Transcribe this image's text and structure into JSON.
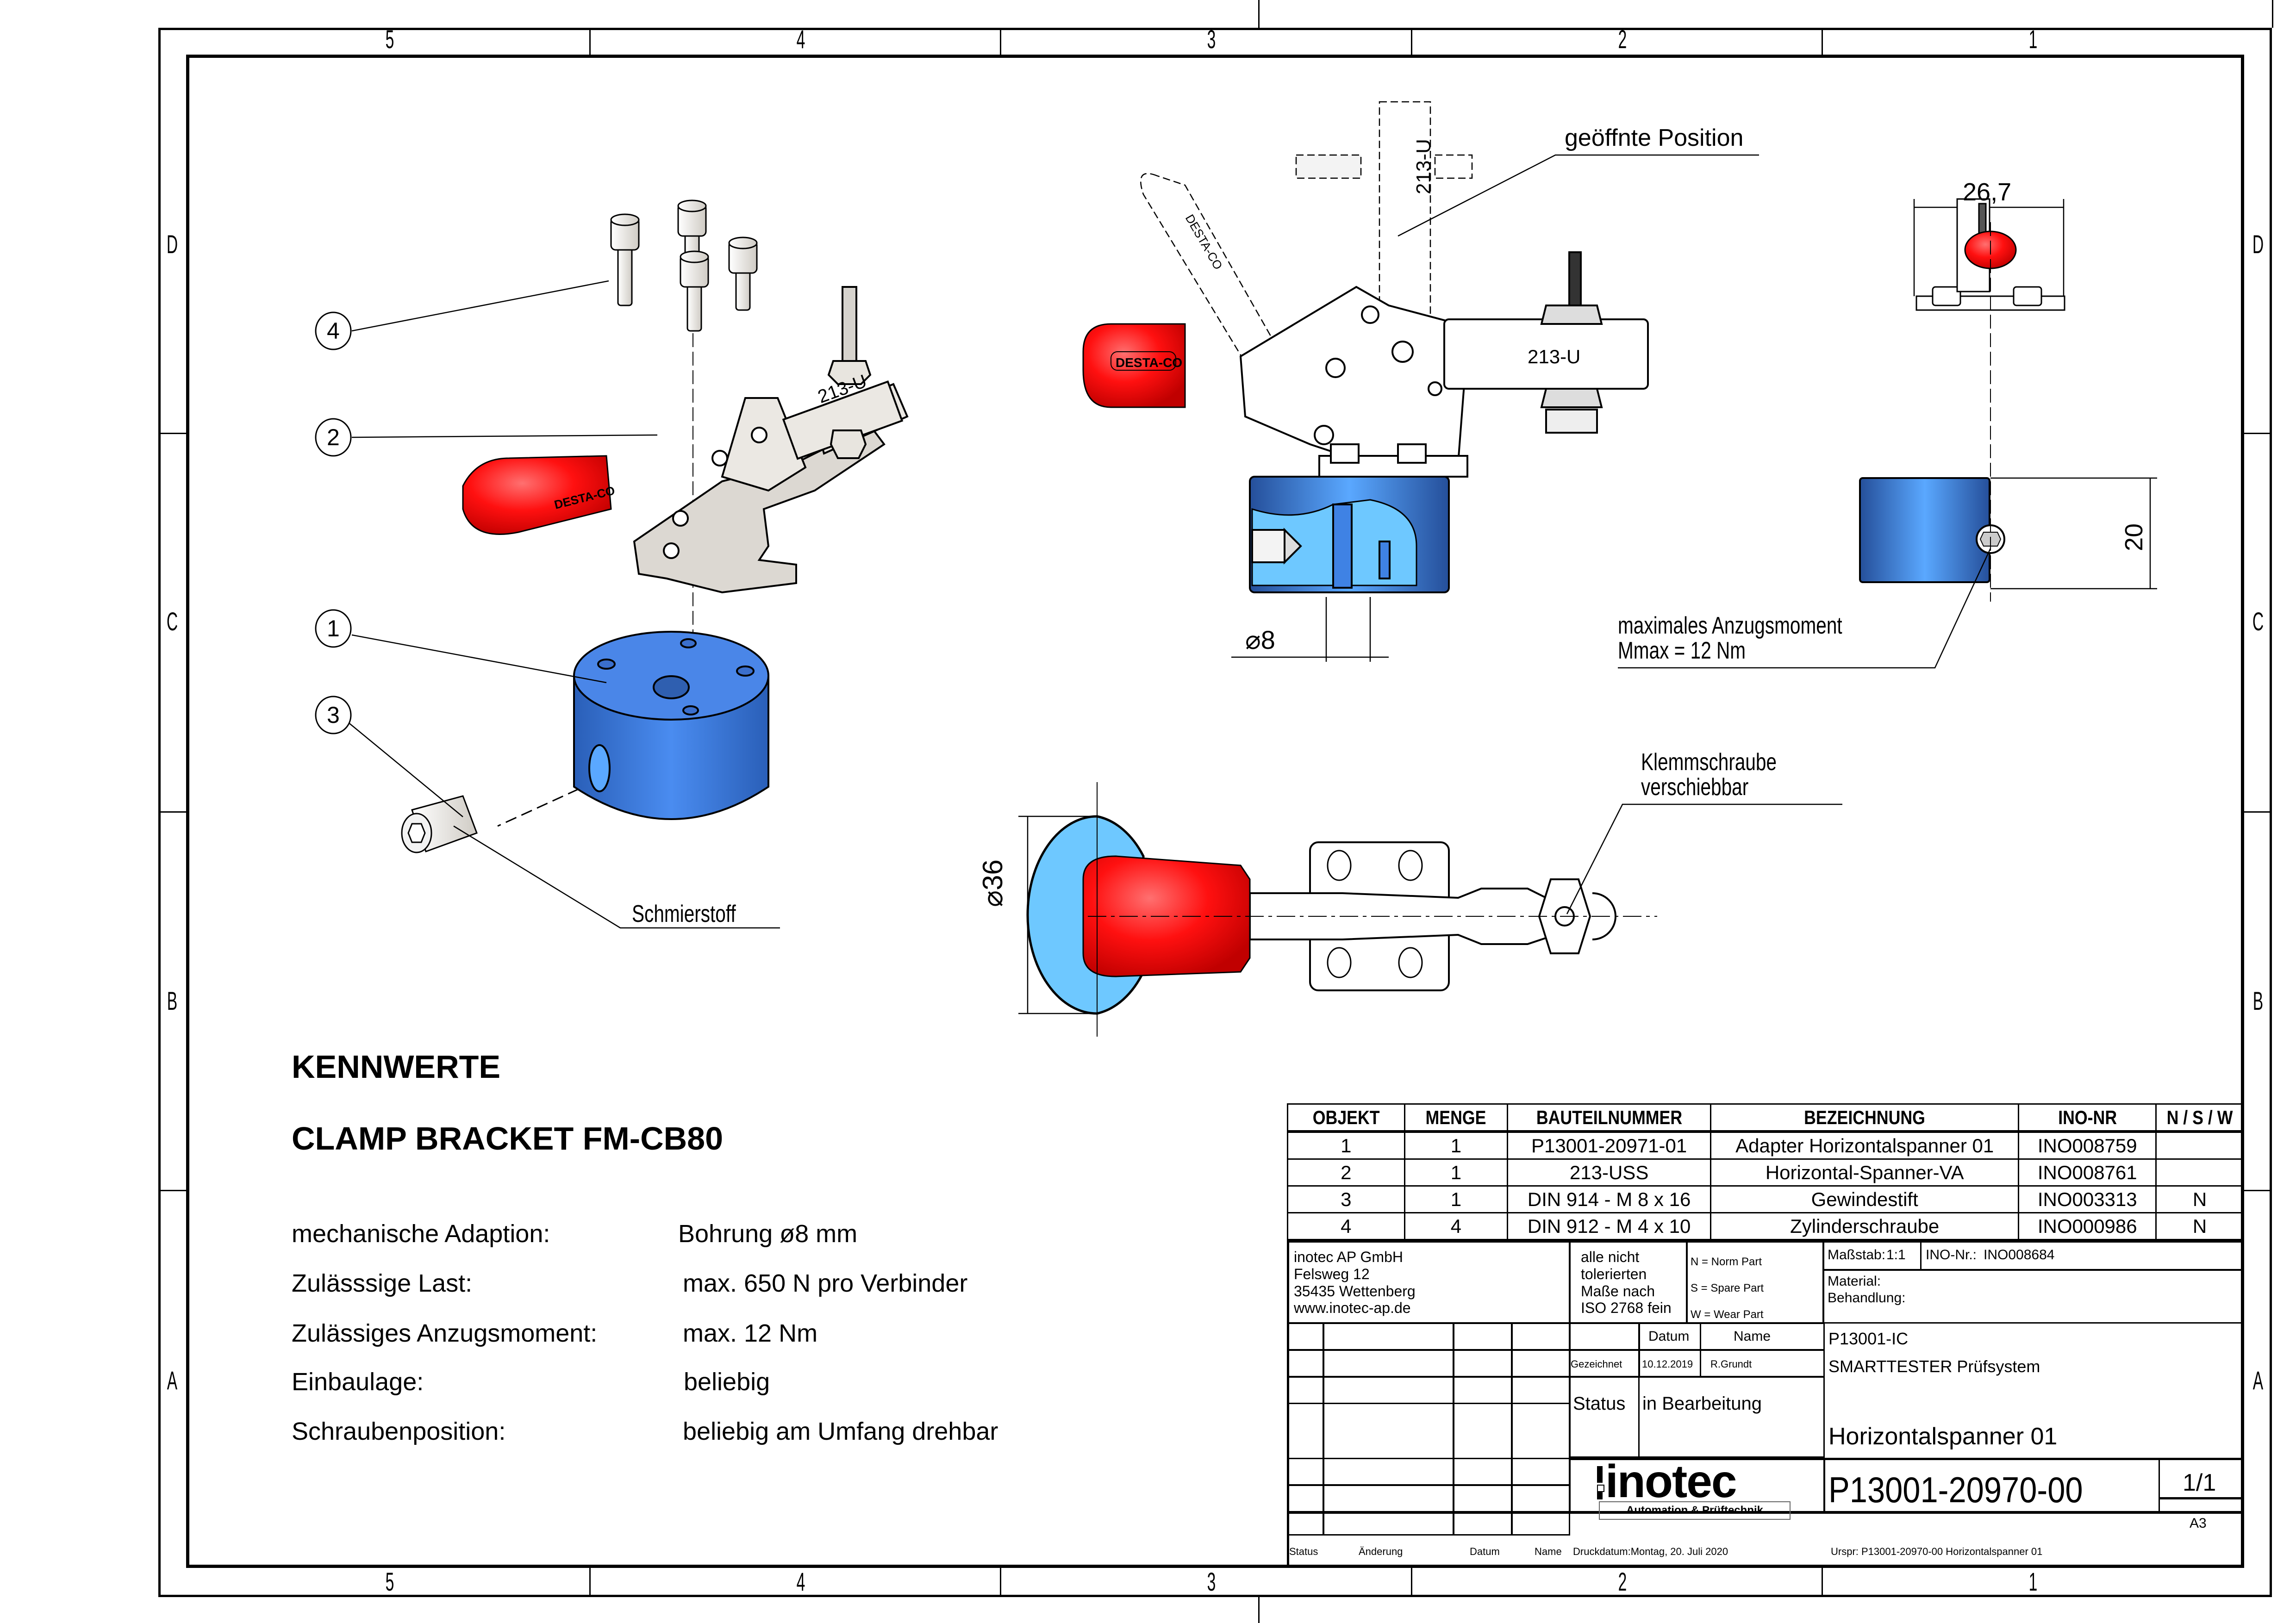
{
  "sheet": {
    "zones_columns": [
      "5",
      "4",
      "3",
      "2",
      "1"
    ],
    "zones_rows": [
      "D",
      "C",
      "B",
      "A"
    ]
  },
  "callouts": {
    "balloons": [
      "1",
      "2",
      "3",
      "4"
    ],
    "lubricant": "Schmierstoff",
    "open_position": "geöffnte Position",
    "label_213u": "213-U",
    "handle_text": "DESTA-CO",
    "dim_bore": "⌀8",
    "dim_width": "26,7",
    "dim_height": "20",
    "dim_diameter": "⌀36",
    "torque_line1": "maximales Anzugsmoment",
    "torque_line2": "Mmax = 12 Nm",
    "clamp_screw_line1": "Klemmschraube",
    "clamp_screw_line2": "verschiebbar"
  },
  "specs": {
    "heading": "KENNWERTE",
    "product": "CLAMP BRACKET FM-CB80",
    "rows": [
      {
        "label": "mechanische Adaption:",
        "value": "Bohrung ø8 mm"
      },
      {
        "label": "Zulässsige Last:",
        "value": "max. 650 N pro Verbinder"
      },
      {
        "label": "Zulässiges Anzugsmoment:",
        "value": "max. 12 Nm"
      },
      {
        "label": "Einbaulage:",
        "value": "beliebig"
      },
      {
        "label": "Schraubenposition:",
        "value": "beliebig am Umfang drehbar"
      }
    ]
  },
  "bom": {
    "headers": [
      "OBJEKT",
      "MENGE",
      "BAUTEILNUMMER",
      "BEZEICHNUNG",
      "INO-NR",
      "N / S / W"
    ],
    "rows": [
      [
        "1",
        "1",
        "P13001-20971-01",
        "Adapter Horizontalspanner 01",
        "INO008759",
        ""
      ],
      [
        "2",
        "1",
        "213-USS",
        "Horizontal-Spanner-VA",
        "INO008761",
        ""
      ],
      [
        "3",
        "1",
        "DIN 914 - M 8 x 16",
        "Gewindestift",
        "INO003313",
        "N"
      ],
      [
        "4",
        "4",
        "DIN 912 - M 4 x 10",
        "Zylinderschraube",
        "INO000986",
        "N"
      ]
    ]
  },
  "title_block": {
    "company": [
      "inotec AP GmbH",
      "Felsweg 12",
      "35435 Wettenberg",
      "www.inotec-ap.de"
    ],
    "tolerance": [
      "alle nicht",
      "tolerierten",
      "Maße nach",
      "ISO 2768 fein"
    ],
    "part_types": [
      "N = Norm Part",
      "S = Spare Part",
      "W = Wear Part"
    ],
    "scale_label": "Maßstab:",
    "scale_value": "1:1",
    "ino_label": "INO-Nr.:",
    "ino_value": "INO008684",
    "material_label": "Material:",
    "treatment_label": "Behandlung:",
    "datum_header": "Datum",
    "name_header": "Name",
    "drawn_label": "Gezeichnet",
    "drawn_date": "10.12.2019",
    "drawn_name": "R.Grundt",
    "status_label": "Status",
    "status_value": "in Bearbeitung",
    "project_code": "P13001-IC",
    "project_name": "SMARTTESTER Prüfsystem",
    "drawing_title": "Horizontalspanner 01",
    "drawing_number": "P13001-20970-00",
    "sheet": "1/1",
    "format": "A3",
    "logo_text": "inotec",
    "logo_subtitle": "Automation & Prüftechnik",
    "rev_headers": [
      "Status",
      "Änderung",
      "Datum",
      "Name"
    ],
    "print_date": "Druckdatum:Montag, 20. Juli 2020",
    "origin": "Urspr: P13001-20970-00 Horizontalspanner 01"
  },
  "colors": {
    "body_blue": "#3f82e4",
    "section_blue": "#6ec8ff",
    "handle_red": "#ff1a1a",
    "steel": "#e6e4e0"
  }
}
